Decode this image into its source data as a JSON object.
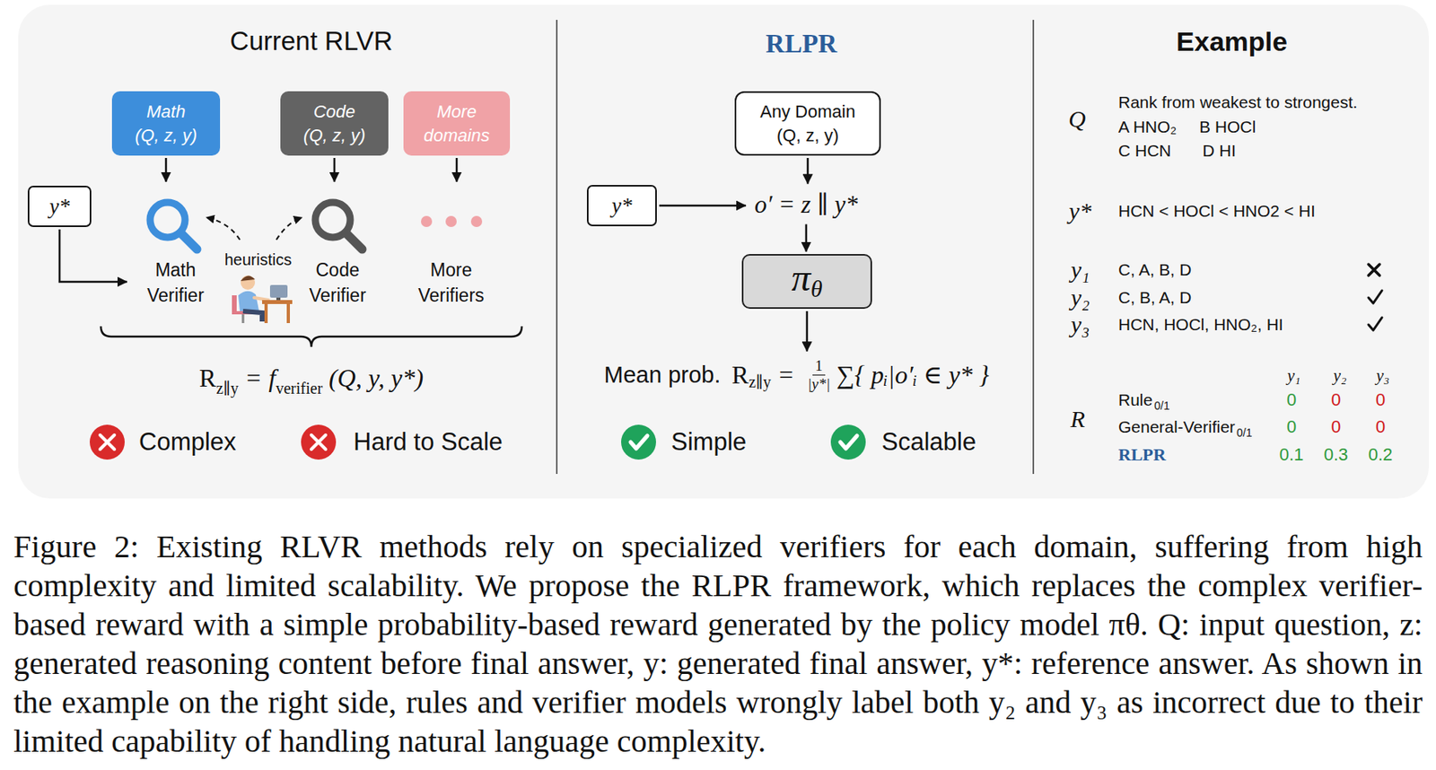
{
  "diagram": {
    "caption": "Figure 2: Existing RLVR methods rely on specialized verifiers for each domain, suffering from high complexity and limited scalability. We propose the RLPR framework, which replaces the complex verifier-based reward with a simple probability-based reward generated by the policy model πθ. Q: input question, z: generated reasoning content before final answer, y: generated final answer, y*: reference answer. As shown in the example on the right side, rules and verifier models wrongly label both y₂ and y₃ as incorrect due to their limited capability of handling natural language complexity.",
    "nodes": [
      {
        "text": [
          "Math",
          "(Q, z, y)"
        ]
      },
      {
        "text": [
          "Code",
          "(Q, z, y)"
        ]
      },
      {
        "text": [
          "More",
          "domains"
        ]
      },
      {
        "text": [
          "y*"
        ]
      },
      {
        "text": [
          "Math Verifier"
        ]
      },
      {
        "text": [
          "Code Verifier"
        ]
      },
      {
        "text": [
          "More Verifiers"
        ]
      },
      {
        "text": [
          "Any Domain",
          "(Q, z, y)"
        ]
      },
      {
        "text": [
          "y*"
        ]
      },
      {
        "text": [
          "o′ = z ∥ y*"
        ]
      },
      {
        "text": [
          "π",
          "θ"
        ]
      },
      {
        "text": [
          "Mean prob.",
          "R",
          "z∥y",
          "=",
          "1",
          "|y*|",
          "∑{ pᵢ|o′ᵢ ∈ y* }"
        ]
      }
    ],
    "edges": [
      {
        "from": 0,
        "to": 4,
        "arrow": "to"
      },
      {
        "from": 1,
        "to": 5,
        "arrow": "to"
      },
      {
        "from": 2,
        "to": 6,
        "arrow": "to"
      },
      {
        "from": 3,
        "to": 4,
        "arrow": "to"
      },
      {
        "from": 7,
        "to": 9,
        "arrow": "to"
      },
      {
        "from": 8,
        "to": 9,
        "arrow": "to"
      },
      {
        "from": 9,
        "to": 10,
        "arrow": "to"
      },
      {
        "from": 10,
        "to": 11,
        "arrow": "to"
      }
    ],
    "labels": [
      "Current RLVR",
      "heuristics",
      "R",
      "z∥y",
      "=",
      "f",
      "verifier",
      "(Q, y, y*)",
      "Complex",
      "Hard to Scale",
      "RLPR",
      "Simple",
      "Scalable",
      "Example",
      "Q",
      "Rank from weakest to strongest.",
      "A HNO₂",
      "B HOCl",
      "C HCN",
      "D HI",
      "y*",
      "HCN < HOCl < HNO2 < HI",
      "y₁",
      "C, A, B, D",
      "y₂",
      "C, B, A, D",
      "y₃",
      "HCN, HOCl, HNO₂, HI",
      "R",
      "y₁",
      "y₂",
      "y₃",
      "Rule",
      "0/1",
      "0",
      "0",
      "0",
      "General-Verifier",
      "0/1",
      "0",
      "0",
      "0",
      "RLPR",
      "0.1",
      "0.3",
      "0.2"
    ]
  }
}
